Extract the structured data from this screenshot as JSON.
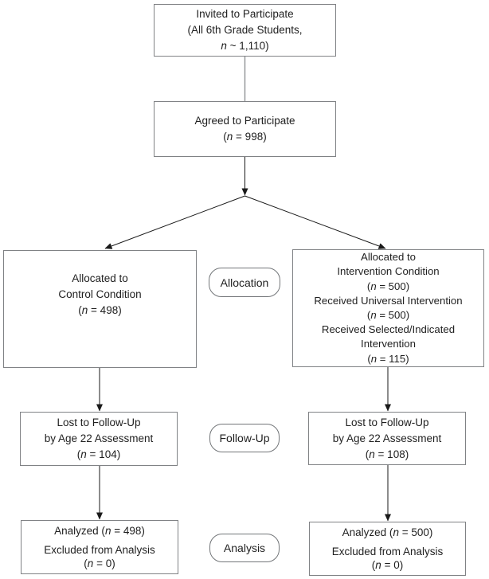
{
  "diagram": {
    "type": "participant-flow-diagram",
    "colors": {
      "background": "#ffffff",
      "box_border": "#808285",
      "oval_border": "#737679",
      "connector_plain": "#8f9294",
      "connector_arrow": "#1a1a1a",
      "text": "#1f1f1f"
    },
    "boxes": {
      "invited": {
        "lines": [
          "Invited to Participate",
          "(All 6th Grade Students,",
          "*n* ~ 1,110)"
        ]
      },
      "agreed": {
        "lines": [
          "Agreed to Participate",
          "(*n* = 998)"
        ]
      },
      "control_allocation": {
        "lines": [
          "Allocated to",
          "Control Condition",
          "(*n* = 498)"
        ]
      },
      "intervention_allocation": {
        "lines": [
          "Allocated to",
          "Intervention Condition",
          "(*n* = 500)",
          "Received Universal Intervention",
          "(*n* = 500)",
          "Received Selected/Indicated",
          "Intervention",
          "(*n* = 115)"
        ]
      },
      "control_followup": {
        "lines": [
          "Lost to Follow-Up",
          "by Age 22 Assessment",
          "(*n* = 104)"
        ]
      },
      "intervention_followup": {
        "lines": [
          "Lost to Follow-Up",
          "by Age 22 Assessment",
          "(*n* = 108)"
        ]
      },
      "control_analysis": {
        "lines": [
          "Analyzed (*n* = 498)",
          "Excluded from Analysis",
          "(*n* = 0)"
        ]
      },
      "intervention_analysis": {
        "lines": [
          "Analyzed (*n* = 500)",
          "Excluded from Analysis",
          "(*n* = 0)"
        ]
      }
    },
    "stages": {
      "allocation": "Allocation",
      "followup": "Follow-Up",
      "analysis": "Analysis"
    }
  }
}
